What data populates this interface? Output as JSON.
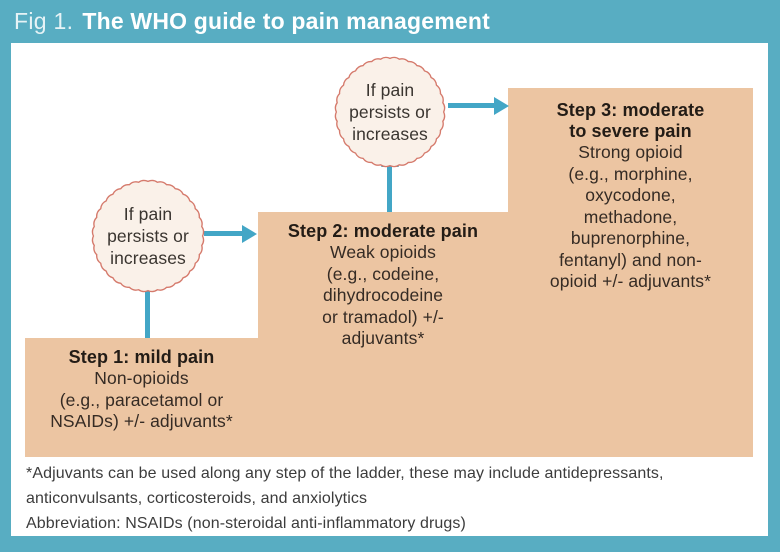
{
  "header": {
    "fig_label": "Fig 1.",
    "title": "The WHO guide to pain management"
  },
  "diagram": {
    "steps": [
      {
        "title": "Step 1: mild pain",
        "body": "Non-opioids\n(e.g., paracetamol or\nNSAIDs) +/- adjuvants*"
      },
      {
        "title": "Step 2: moderate pain",
        "body": "Weak opioids\n(e.g., codeine,\ndihydrocodeine\nor tramadol) +/-\nadjuvants*"
      },
      {
        "title": "Step 3: moderate\nto severe pain",
        "body": "Strong opioid\n(e.g., morphine,\noxycodone,\nmethadone,\nbuprenorphine,\nfentanyl) and non-\nopioid +/- adjuvants*"
      }
    ],
    "circles": [
      {
        "text": "If pain\npersists or\nincreases"
      },
      {
        "text": "If pain\npersists or\nincreases"
      }
    ]
  },
  "footnotes": {
    "adjuvants": "*Adjuvants can be used along any step of the ladder, these may include antidepressants, anticonvulsants, corticosteroids, and anxiolytics",
    "abbreviation": "Abbreviation: NSAIDs (non-steroidal anti-inflammatory drugs)"
  },
  "colors": {
    "frame_teal": "#58adc2",
    "arrow_teal": "#43a6c6",
    "step_box_tan": "#ecc5a2",
    "circle_fill": "#faf1e9",
    "circle_border": "#d57a6c"
  }
}
